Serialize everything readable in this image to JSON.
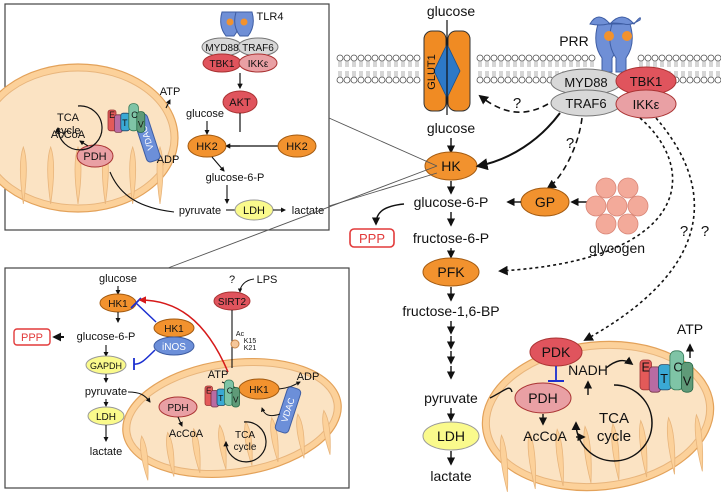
{
  "colors": {
    "orange_node": "#f2922e",
    "orange_light": "#fbd2a6",
    "mito_body": "#fcd19a",
    "mito_inner": "#fbe3c3",
    "pink_node": "#e9a0a4",
    "red_node": "#e0545d",
    "grey_node": "#d8d8d8",
    "yellow_node": "#fafa8c",
    "blue_vdac": "#6c8fd9",
    "receptor_blue": "#6f8fd6",
    "glut_orange": "#f08b23",
    "glut_blue": "#2d79c7",
    "glycogen_pink": "#f3aa9a",
    "ppp_red": "#e23a3a",
    "inhibit_blue": "#1b2fd0",
    "activate_red": "#d61a1a",
    "etc_e": "#e35a59",
    "etc_t": "#3aa9d4",
    "etc_c": "#7fc4a6",
    "etc_v": "#5f9a78",
    "complex_i": "#b96ba2",
    "box_border": "#444444"
  },
  "main": {
    "glucose_top": "glucose",
    "glut1": "GLUT1",
    "prr": "PRR",
    "myd88": "MYD88",
    "traf6": "TRAF6",
    "tbk1": "TBK1",
    "ikke": "IKKε",
    "glucose_in": "glucose",
    "hk": "HK",
    "g6p": "glucose-6-P",
    "gp": "GP",
    "glycogen": "glycogen",
    "ppp": "PPP",
    "f6p": "fructose-6-P",
    "pfk": "PFK",
    "f16bp": "fructose-1,6-BP",
    "pyruvate": "pyruvate",
    "ldh": "LDH",
    "lactate": "lactate",
    "pdk": "PDK",
    "pdh": "PDH",
    "acoa": "AcCoA",
    "nadh": "NADH",
    "atp": "ATP",
    "tca": "TCA\ncycle",
    "q1": "?",
    "q2": "?",
    "q3": "?",
    "q4": "?",
    "etc_e": "E",
    "etc_t": "T",
    "etc_c": "C",
    "etc_v": "V"
  },
  "top_box": {
    "tlr4": "TLR4",
    "myd88": "MYD88",
    "traf6": "TRAF6",
    "tbk1": "TBK1",
    "ikke": "IKKε",
    "akt": "AKT",
    "hk2_free": "HK2",
    "hk2_bound": "HK2",
    "glucose": "glucose",
    "atp": "ATP",
    "adp": "ADP",
    "g6p": "glucose-6-P",
    "pyruvate": "pyruvate",
    "ldh": "LDH",
    "lactate": "lactate",
    "pdh": "PDH",
    "acoa": "AcCoA",
    "vdac": "VDAC",
    "tca": "TCA\ncycle",
    "etc_e": "E",
    "etc_t": "T",
    "etc_c": "C",
    "etc_v": "V"
  },
  "bottom_box": {
    "glucose": "glucose",
    "hk1_left": "HK1",
    "g6p": "glucose-6-P",
    "ppp": "PPP",
    "hk1_inos": "HK1",
    "inos": "iNOS",
    "gapdh": "GAPDH",
    "pyruvate": "pyruvate",
    "ldh": "LDH",
    "lactate": "lactate",
    "q": "?",
    "lps": "LPS",
    "sirt2": "SIRT2",
    "ac": "Ac",
    "k15": "K15",
    "k21": "K21",
    "atp": "ATP",
    "adp": "ADP",
    "hk1_mito": "HK1",
    "vdac": "VDAC",
    "pdh": "PDH",
    "acoa": "AcCoA",
    "tca": "TCA\ncycle",
    "etc_e": "E",
    "etc_t": "T",
    "etc_c": "C",
    "etc_v": "V"
  }
}
